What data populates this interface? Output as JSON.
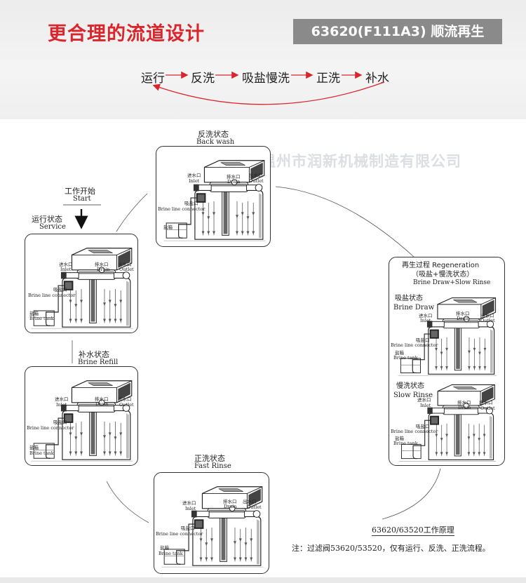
{
  "header": {
    "title": "更合理的流道设计",
    "model": "63620(F111A3) 顺流再生",
    "flow": [
      "运行",
      "反洗",
      "吸盐慢洗",
      "正洗",
      "补水"
    ]
  },
  "start": {
    "cn": "工作开始",
    "en": "Start"
  },
  "watermark": "温州市润新机械制造有限公司",
  "labels": {
    "inlet_cn": "进水口",
    "inlet_en": "Inlet",
    "drain_cn": "排水口",
    "drain_en": "Drain",
    "outlet_cn": "出水口",
    "outlet_en": "Outlet",
    "brine_cn": "吸盐口",
    "brine_en": "Brine line connector",
    "tank_cn": "盐箱",
    "tank_en": "Brine tank"
  },
  "states": {
    "service": {
      "cn": "运行状态",
      "en": "Service"
    },
    "backwash": {
      "cn": "反洗状态",
      "en": "Back wash"
    },
    "regen": {
      "cn": "再生过程 Regeneration",
      "sub": "（吸盐+慢洗状态）",
      "en": "Brine Draw+Slow Rinse"
    },
    "brine_draw": {
      "cn": "吸盐状态",
      "en": "Brine Draw"
    },
    "slow_rinse": {
      "cn": "慢洗状态",
      "en": "Slow Rinse"
    },
    "fast_rinse": {
      "cn": "正洗状态",
      "en": "Fast Rinse"
    },
    "refill": {
      "cn": "补水状态",
      "en": "Brine Refill"
    }
  },
  "footer": {
    "principle": "63620/63520工作原理",
    "note": "注：过滤阀53620/53520，仅有运行、反洗、正洗流程。"
  },
  "colors": {
    "accent": "#d8262c",
    "badge": "#8a8a8a"
  }
}
